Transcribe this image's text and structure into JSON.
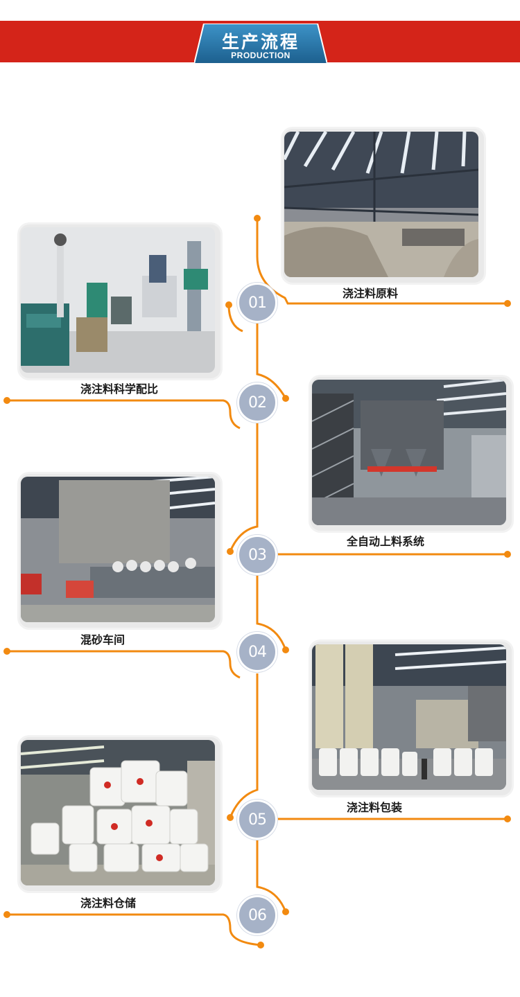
{
  "header": {
    "title": "生产流程",
    "subtitle": "PRODUCTION"
  },
  "colors": {
    "banner_red": "#d42419",
    "badge_blue": "#2f7db0",
    "line_orange": "#f28a10",
    "node_grey": "#a6b2c7"
  },
  "steps": [
    {
      "number": "01",
      "caption": "浇注料原料"
    },
    {
      "number": "02",
      "caption": "浇注料科学配比"
    },
    {
      "number": "03",
      "caption": "全自动上料系统"
    },
    {
      "number": "04",
      "caption": "混砂车间"
    },
    {
      "number": "05",
      "caption": "浇注料包装"
    },
    {
      "number": "06",
      "caption": "浇注料仓储"
    }
  ]
}
